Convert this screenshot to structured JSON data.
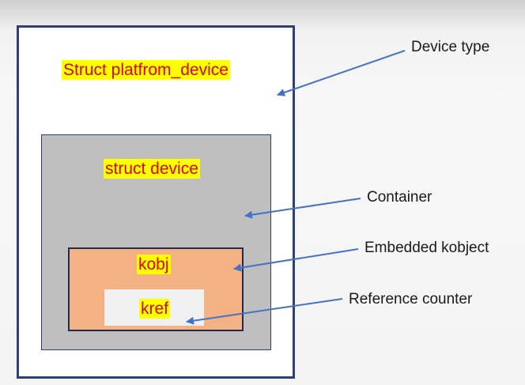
{
  "diagram": {
    "boxes": {
      "platform_device": "Struct platfrom_device",
      "device": "struct device",
      "kobj": "kobj",
      "kref": "kref"
    },
    "annotations": {
      "device_type": "Device type",
      "container": "Container",
      "embedded_kobject": "Embedded kobject",
      "reference_counter": "Reference counter"
    },
    "colors": {
      "outer_border": "#2f3f7a",
      "container_fill": "#bfbfbf",
      "kobj_fill": "#f4b183",
      "kref_fill": "#f0f0f0",
      "highlight": "#ffff00",
      "label_text": "#e00000",
      "arrow": "#4472c4"
    }
  }
}
